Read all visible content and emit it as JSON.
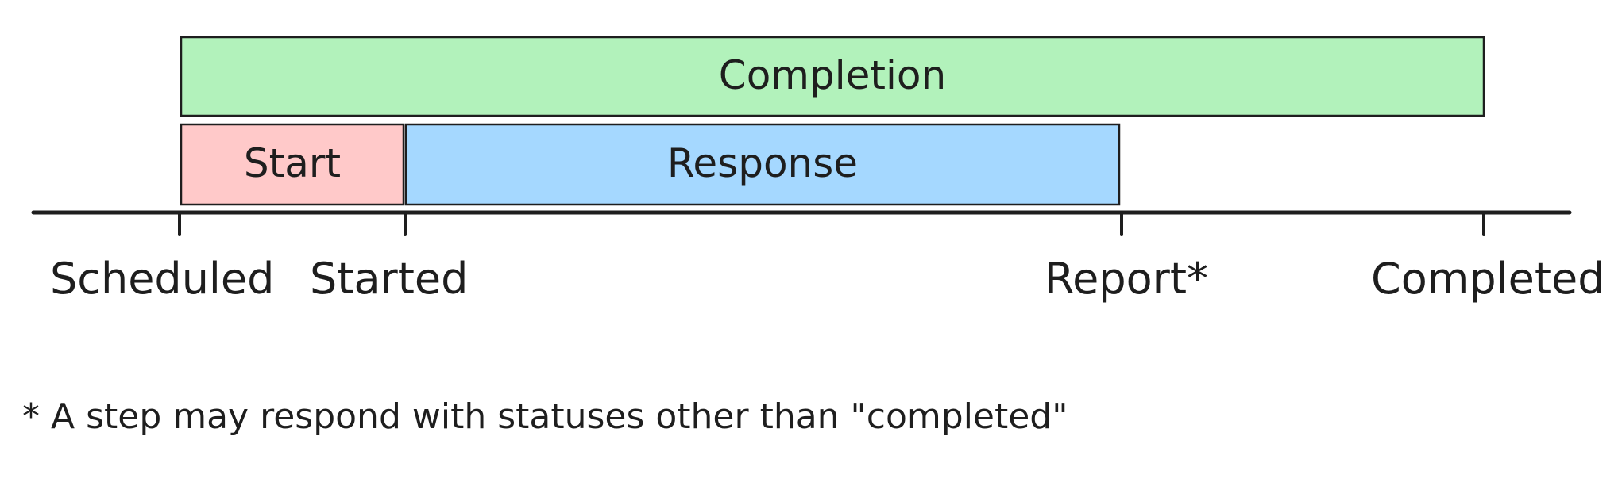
{
  "boxes": {
    "completion": {
      "label": "Completion",
      "fill": "#b2f2bb",
      "stroke": "#1e1e1e"
    },
    "start": {
      "label": "Start",
      "fill": "#ffc9c9",
      "stroke": "#1e1e1e"
    },
    "response": {
      "label": "Response",
      "fill": "#a5d8ff",
      "stroke": "#1e1e1e"
    }
  },
  "milestones": [
    {
      "label": "Scheduled"
    },
    {
      "label": "Started"
    },
    {
      "label": "Report*"
    },
    {
      "label": "Completed"
    }
  ],
  "footnote": "* A step may respond with statuses other than \"completed\"",
  "colors": {
    "line": "#1e1e1e",
    "text": "#1e1e1e",
    "background": "#ffffff"
  }
}
